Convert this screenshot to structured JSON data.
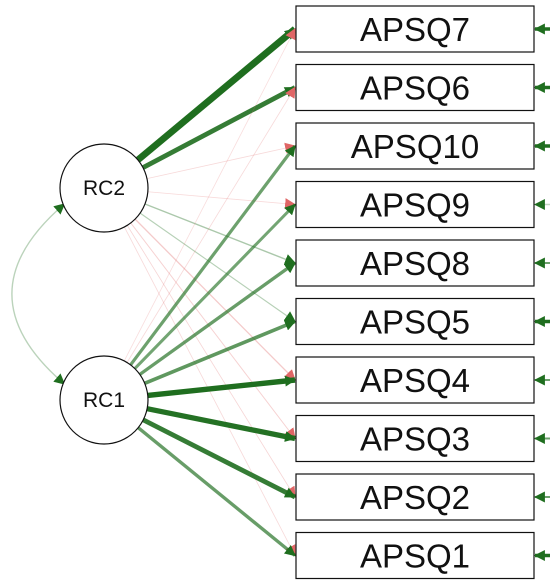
{
  "diagram": {
    "latent_factors": [
      {
        "id": "RC2",
        "label": "RC2"
      },
      {
        "id": "RC1",
        "label": "RC1"
      }
    ],
    "items": [
      {
        "id": "APSQ7",
        "label": "APSQ7"
      },
      {
        "id": "APSQ6",
        "label": "APSQ6"
      },
      {
        "id": "APSQ10",
        "label": "APSQ10"
      },
      {
        "id": "APSQ9",
        "label": "APSQ9"
      },
      {
        "id": "APSQ8",
        "label": "APSQ8"
      },
      {
        "id": "APSQ5",
        "label": "APSQ5"
      },
      {
        "id": "APSQ4",
        "label": "APSQ4"
      },
      {
        "id": "APSQ3",
        "label": "APSQ3"
      },
      {
        "id": "APSQ2",
        "label": "APSQ2"
      },
      {
        "id": "APSQ1",
        "label": "APSQ1"
      }
    ],
    "colors": {
      "positive": "#1f6e1f",
      "negative": "#e06666"
    },
    "factor_correlation": {
      "from": "RC2",
      "to": "RC1",
      "strength": 0.12,
      "sign": "positive"
    },
    "loadings": [
      {
        "from": "RC2",
        "to": "APSQ7",
        "strength": 0.85,
        "sign": "positive"
      },
      {
        "from": "RC2",
        "to": "APSQ6",
        "strength": 0.6,
        "sign": "positive"
      },
      {
        "from": "RC2",
        "to": "APSQ10",
        "strength": 0.08,
        "sign": "negative"
      },
      {
        "from": "RC2",
        "to": "APSQ9",
        "strength": 0.07,
        "sign": "negative"
      },
      {
        "from": "RC2",
        "to": "APSQ8",
        "strength": 0.18,
        "sign": "positive"
      },
      {
        "from": "RC2",
        "to": "APSQ5",
        "strength": 0.14,
        "sign": "positive"
      },
      {
        "from": "RC2",
        "to": "APSQ4",
        "strength": 0.16,
        "sign": "negative"
      },
      {
        "from": "RC2",
        "to": "APSQ3",
        "strength": 0.12,
        "sign": "negative"
      },
      {
        "from": "RC2",
        "to": "APSQ2",
        "strength": 0.1,
        "sign": "negative"
      },
      {
        "from": "RC2",
        "to": "APSQ1",
        "strength": 0.08,
        "sign": "negative"
      },
      {
        "from": "RC1",
        "to": "APSQ7",
        "strength": 0.06,
        "sign": "negative"
      },
      {
        "from": "RC1",
        "to": "APSQ6",
        "strength": 0.08,
        "sign": "negative"
      },
      {
        "from": "RC1",
        "to": "APSQ10",
        "strength": 0.4,
        "sign": "positive"
      },
      {
        "from": "RC1",
        "to": "APSQ9",
        "strength": 0.38,
        "sign": "positive"
      },
      {
        "from": "RC1",
        "to": "APSQ8",
        "strength": 0.42,
        "sign": "positive"
      },
      {
        "from": "RC1",
        "to": "APSQ5",
        "strength": 0.45,
        "sign": "positive"
      },
      {
        "from": "RC1",
        "to": "APSQ4",
        "strength": 0.68,
        "sign": "positive"
      },
      {
        "from": "RC1",
        "to": "APSQ3",
        "strength": 0.66,
        "sign": "positive"
      },
      {
        "from": "RC1",
        "to": "APSQ2",
        "strength": 0.6,
        "sign": "positive"
      },
      {
        "from": "RC1",
        "to": "APSQ1",
        "strength": 0.42,
        "sign": "positive"
      }
    ],
    "residuals": [
      {
        "to": "APSQ7",
        "strength": 0.7,
        "sign": "positive"
      },
      {
        "to": "APSQ6",
        "strength": 0.7,
        "sign": "positive"
      },
      {
        "to": "APSQ10",
        "strength": 0.7,
        "sign": "positive"
      },
      {
        "to": "APSQ9",
        "strength": 0.1,
        "sign": "positive"
      },
      {
        "to": "APSQ8",
        "strength": 0.4,
        "sign": "positive"
      },
      {
        "to": "APSQ5",
        "strength": 0.7,
        "sign": "positive"
      },
      {
        "to": "APSQ4",
        "strength": 0.4,
        "sign": "positive"
      },
      {
        "to": "APSQ3",
        "strength": 0.4,
        "sign": "positive"
      },
      {
        "to": "APSQ2",
        "strength": 0.4,
        "sign": "positive"
      },
      {
        "to": "APSQ1",
        "strength": 0.7,
        "sign": "positive"
      }
    ]
  }
}
